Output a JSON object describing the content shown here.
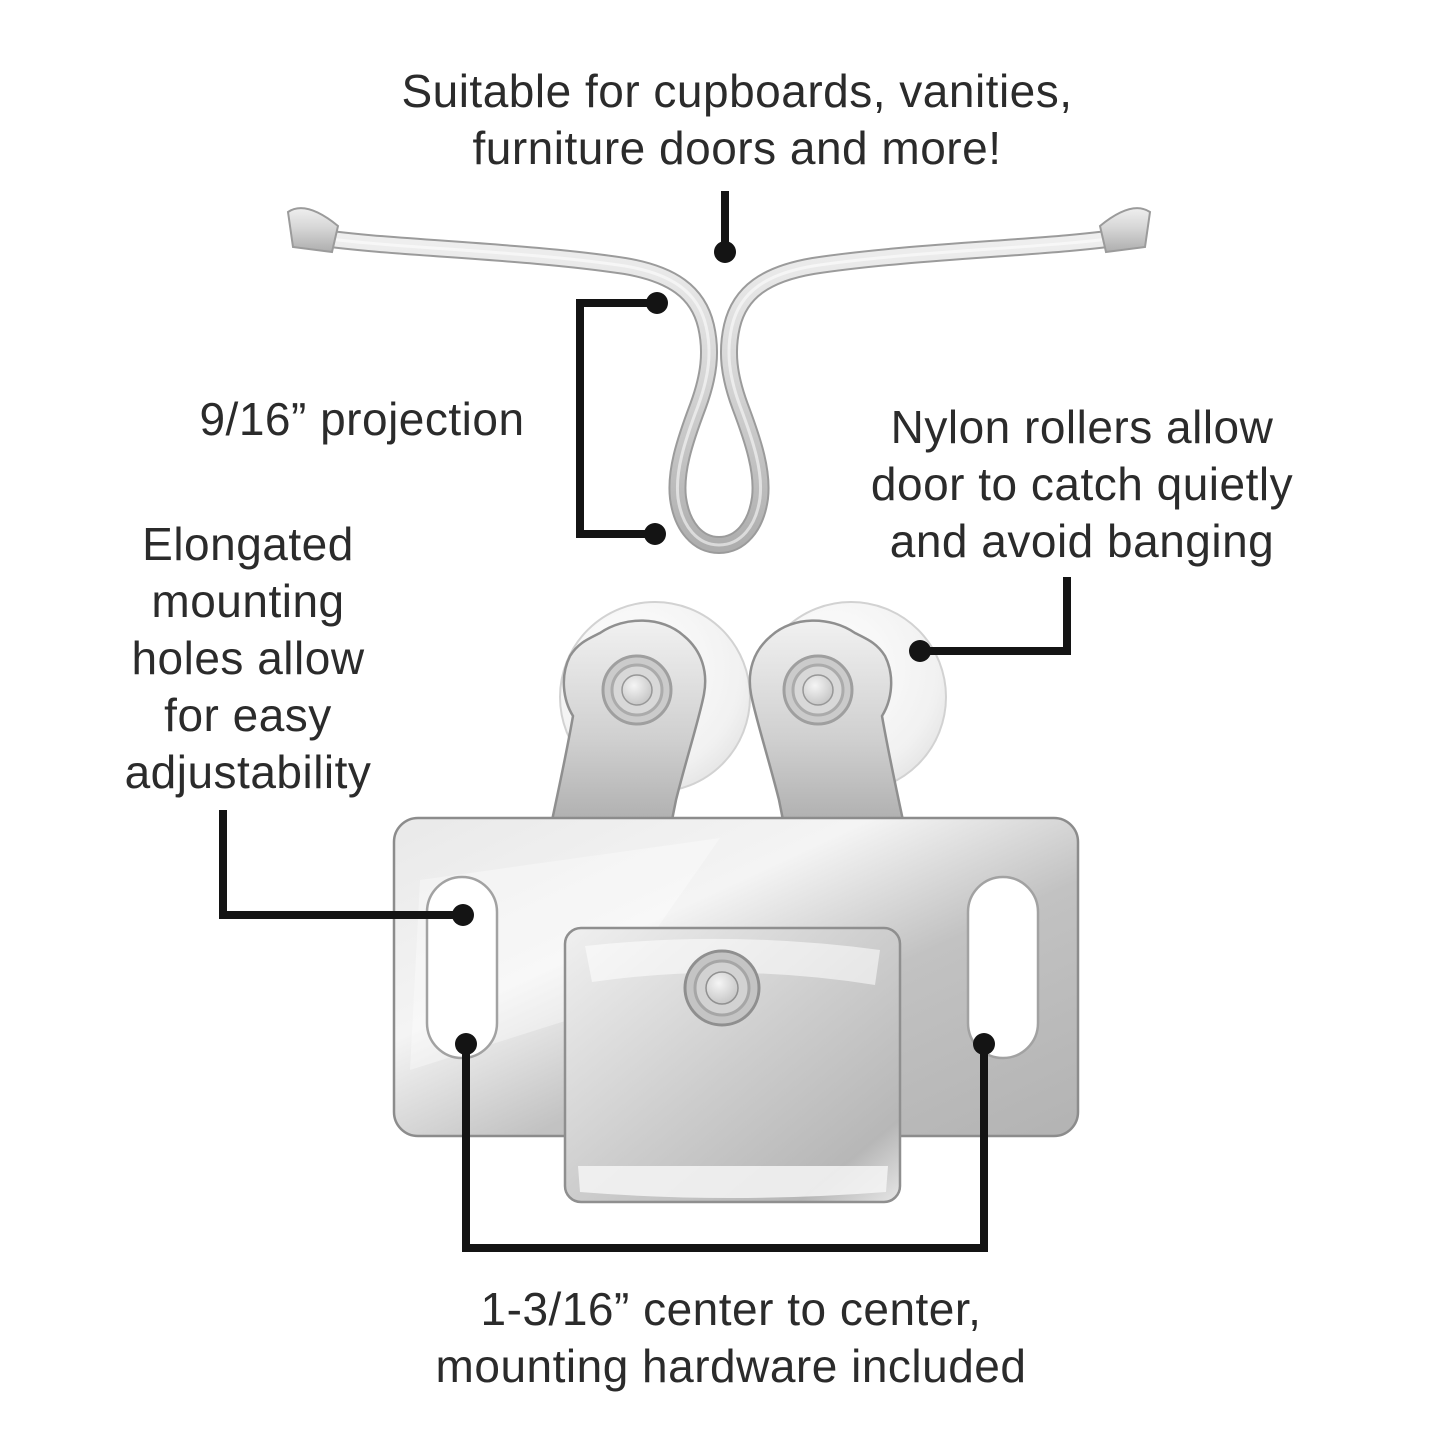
{
  "page": {
    "background": "#ffffff",
    "product": "double roller catch diagram"
  },
  "colors": {
    "text": "#2b2b2b",
    "leader_line": "#141414",
    "metal_light": "#f2f2f2",
    "metal_mid": "#c6c6c6",
    "metal_dark": "#9a9a9a",
    "roller_white": "#f4f4f4"
  },
  "labels": {
    "top_caption": {
      "line1": "Suitable for cupboards, vanities,",
      "line2": "furniture doors and more!"
    },
    "projection_label": "9/16” projection",
    "mounting_block": [
      "Elongated",
      "mounting",
      "holes allow",
      "for easy",
      "adjustability"
    ],
    "rollers_block": [
      "Nylon rollers allow",
      "door to catch quietly",
      "and avoid banging"
    ],
    "bottom_caption": {
      "line1": "1-3/16” center to center,",
      "line2": "mounting hardware included"
    }
  },
  "diagram_parts": {
    "spear": "spring catch prong",
    "rollers": "nylon rollers",
    "yokes": "metal roller yokes",
    "plate": "mounting plate",
    "slots": "elongated mounting holes",
    "rivet": "center rivet"
  }
}
